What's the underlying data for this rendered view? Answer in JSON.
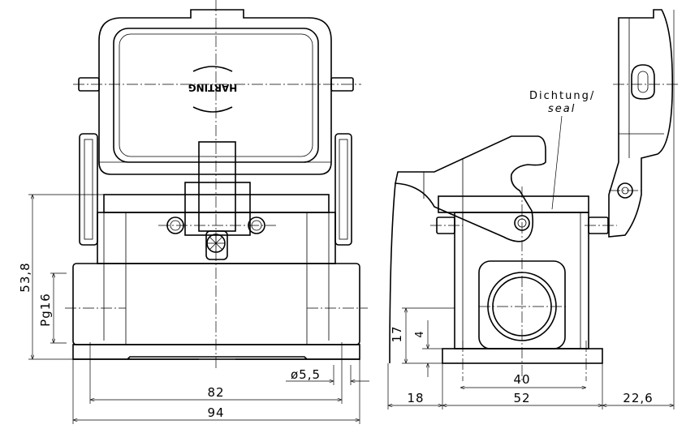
{
  "front_view": {
    "logo_text": "HARTING",
    "dims": {
      "height": "53,8",
      "thread": "Pg16",
      "hole_dia": "ø5,5",
      "hole_spacing": "82",
      "overall_width": "94"
    }
  },
  "side_view": {
    "seal_label_de": "Dichtung/",
    "seal_label_en": "seal",
    "dims": {
      "height": "17",
      "offset": "4",
      "hole_spacing": "40",
      "lever_overhang": "18",
      "base_width": "52",
      "cover_overhang": "22,6"
    }
  }
}
